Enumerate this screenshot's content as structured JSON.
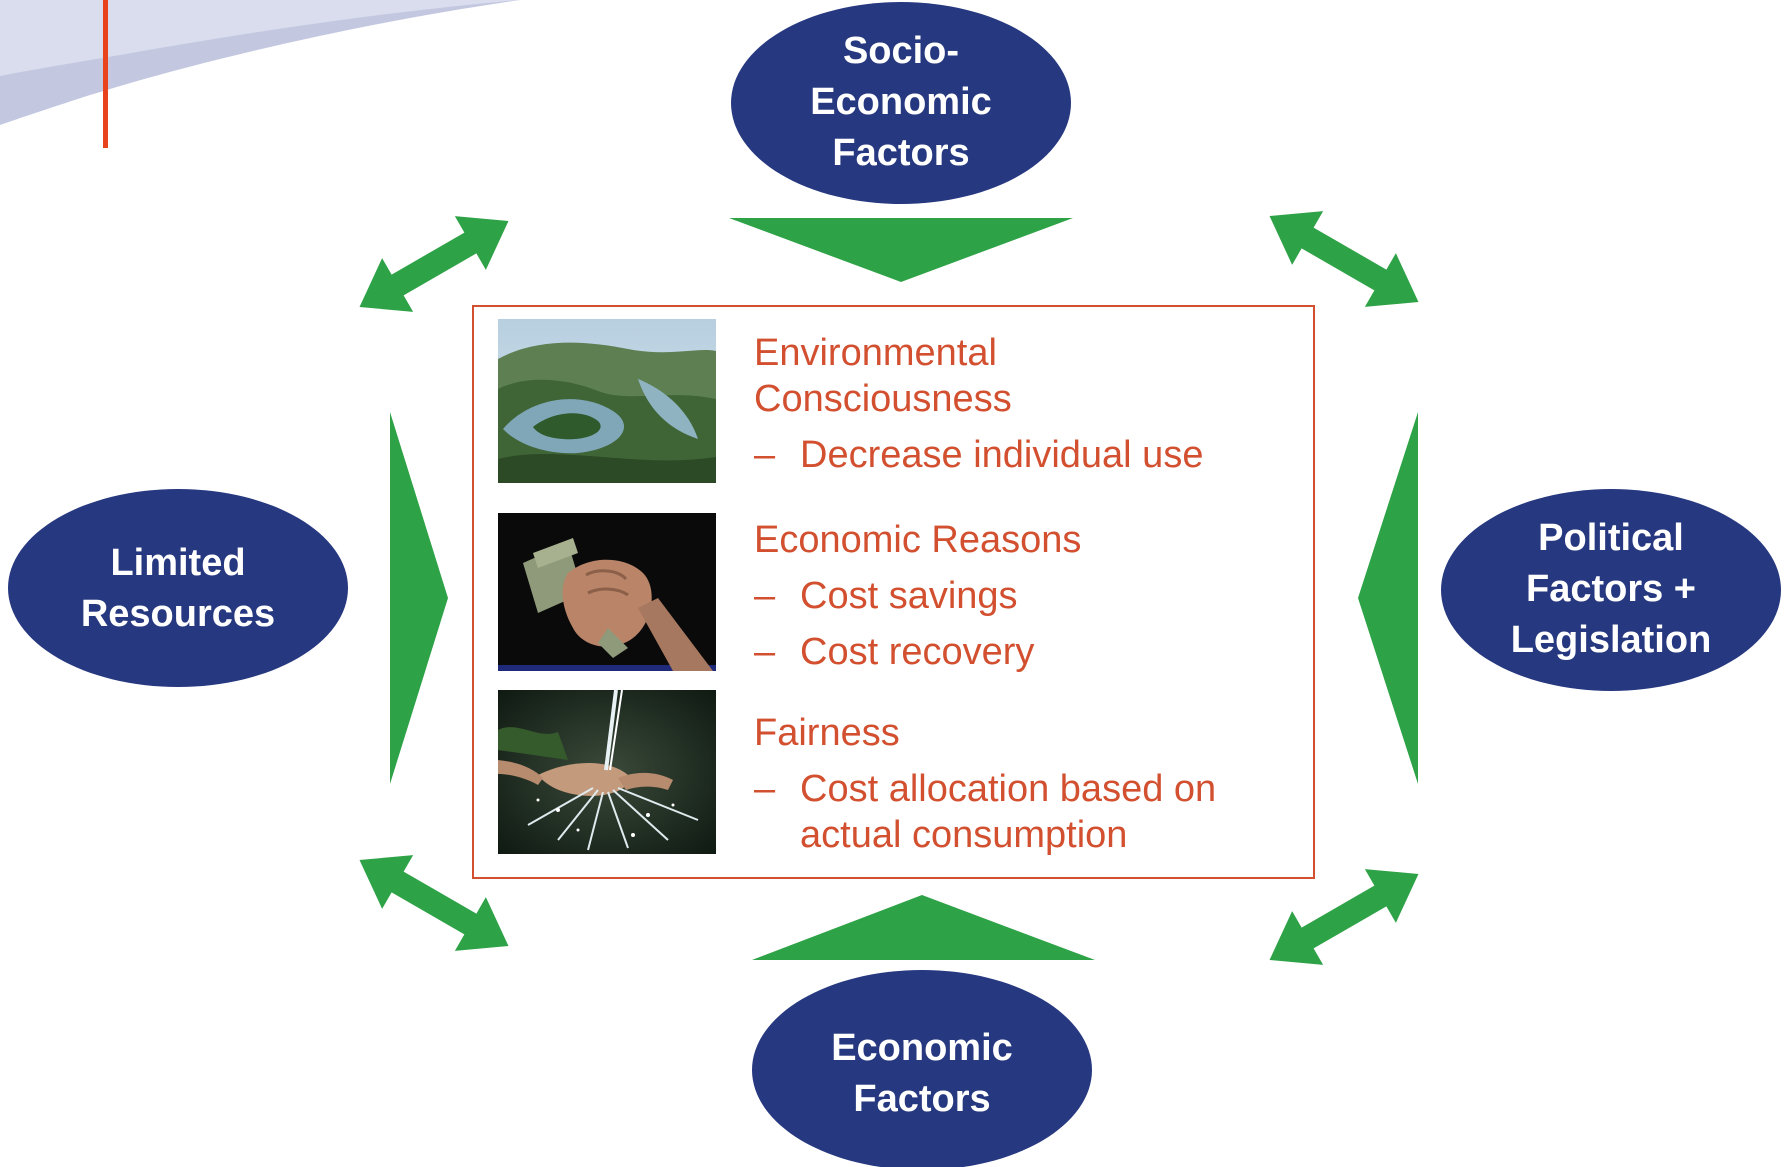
{
  "colors": {
    "ellipse_fill": "#26387f",
    "arrow_fill": "#2ea246",
    "content_text": "#d2502f",
    "box_border": "#d2502f",
    "accent_line": "#e8431d",
    "swoosh": "#c3c8e0"
  },
  "nodes": {
    "socio_economic": {
      "lines": [
        "Socio-",
        "Economic",
        "Factors"
      ]
    },
    "limited_resources": {
      "lines": [
        "Limited",
        "Resources"
      ]
    },
    "political": {
      "lines": [
        "Political",
        "Factors +",
        "Legislation"
      ]
    },
    "economic": {
      "lines": [
        "Economic",
        "Factors"
      ]
    }
  },
  "center": {
    "environmental": {
      "heading_lines": [
        "Environmental",
        "Consciousness"
      ],
      "bullets": [
        [
          "Decrease individual use"
        ]
      ],
      "image": "river-valley-photo"
    },
    "economic_reasons": {
      "heading_lines": [
        "Economic Reasons"
      ],
      "bullets": [
        [
          "Cost savings"
        ],
        [
          "Cost recovery"
        ]
      ],
      "image": "fist-with-money-photo"
    },
    "fairness": {
      "heading_lines": [
        "Fairness"
      ],
      "bullets": [
        [
          "Cost allocation based on",
          "actual consumption"
        ]
      ],
      "image": "hands-water-photo"
    },
    "dash": "–"
  },
  "decor": [
    "top-left-swoosh",
    "red-accent-line"
  ]
}
